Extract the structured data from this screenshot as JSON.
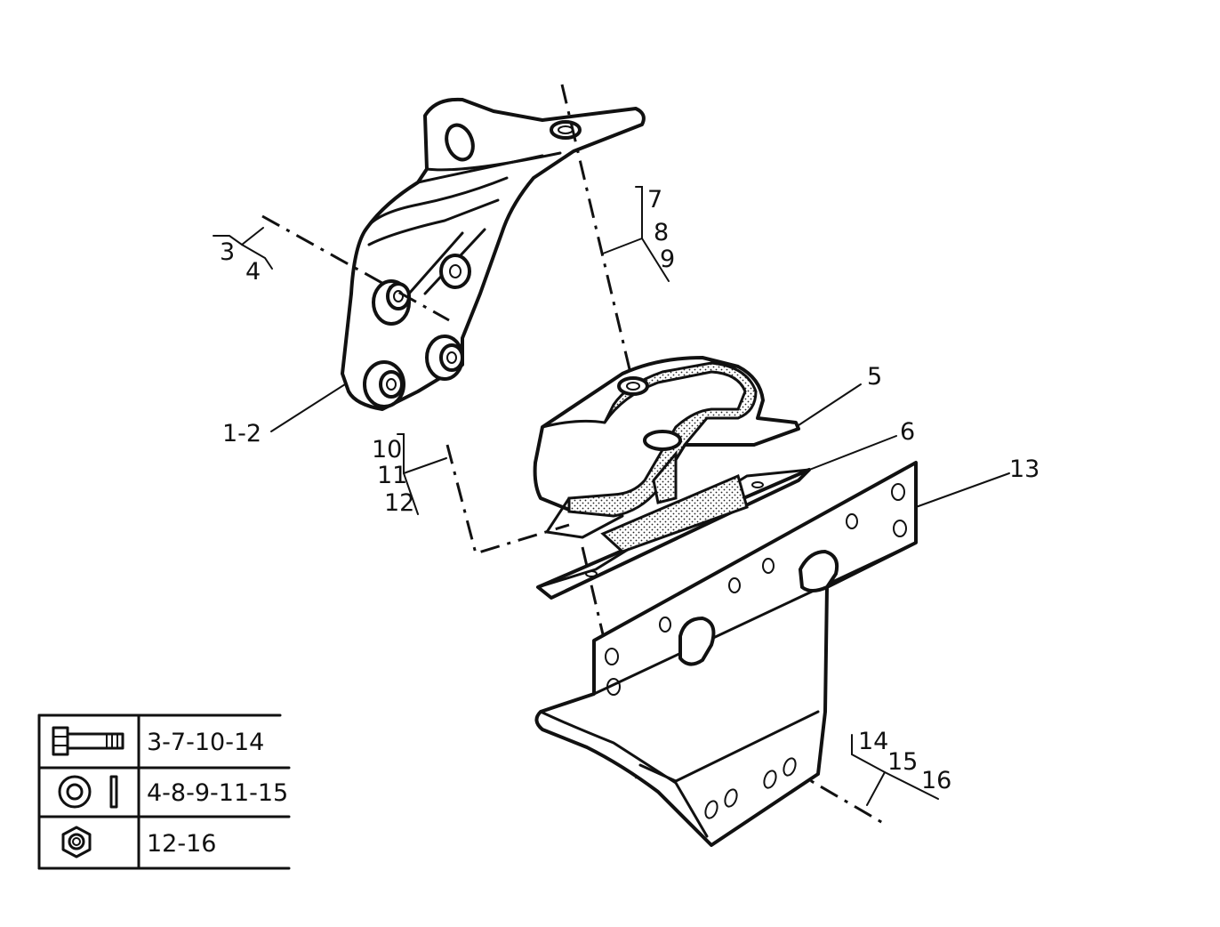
{
  "callouts": {
    "c_1_2": "1-2",
    "c_3": "3",
    "c_4": "4",
    "c_5": "5",
    "c_6": "6",
    "c_7": "7",
    "c_8": "8",
    "c_9": "9",
    "c_10": "10",
    "c_11": "11",
    "c_12": "12",
    "c_13": "13",
    "c_14": "14",
    "c_15": "15",
    "c_16": "16"
  },
  "legend": {
    "rows": [
      {
        "icon": "bolt-icon",
        "parts": "3-7-10-14"
      },
      {
        "icon": "washer-icon",
        "parts": "4-8-9-11-15"
      },
      {
        "icon": "nut-icon",
        "parts": "12-16"
      }
    ]
  }
}
